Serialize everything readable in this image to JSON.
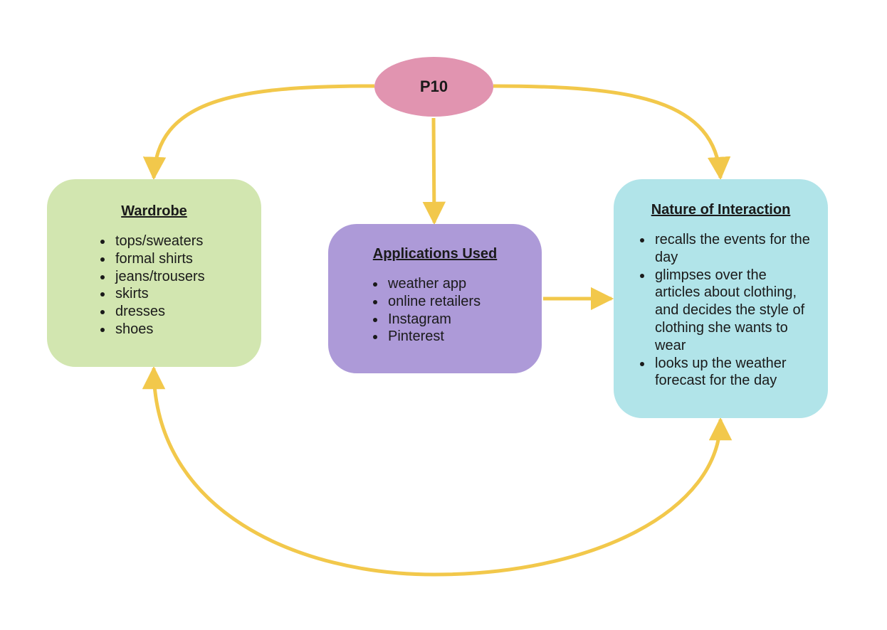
{
  "colors": {
    "connector": "#f2c84b",
    "root_fill": "#e194b0",
    "wardrobe_fill": "#d2e6b0",
    "apps_fill": "#ad9ad8",
    "interaction_fill": "#b1e4e9"
  },
  "root": {
    "label": "P10"
  },
  "wardrobe": {
    "title": "Wardrobe",
    "items": [
      "tops/sweaters",
      "formal shirts",
      "jeans/trousers",
      "skirts",
      "dresses",
      "shoes"
    ]
  },
  "applications": {
    "title": "Applications Used",
    "items": [
      "weather app",
      "online retailers",
      "Instagram",
      "Pinterest"
    ]
  },
  "interaction": {
    "title": "Nature of Interaction",
    "items": [
      "recalls the events for the day",
      "glimpses over the articles about clothing, and decides the style of clothing she wants to wear",
      "looks up the weather forecast for the day"
    ]
  }
}
